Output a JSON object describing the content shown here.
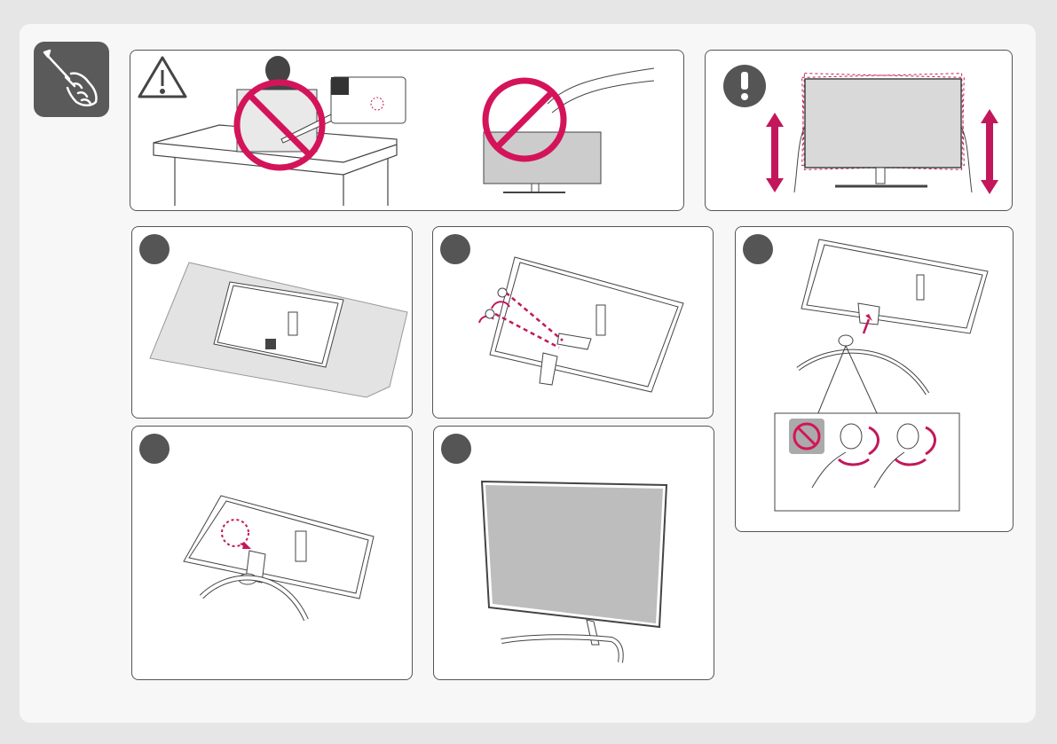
{
  "sheet": {
    "background": "#e6e6e6",
    "panel_border": "#555555",
    "warning_red": "#d4145a",
    "accent_magenta": "#c2185b"
  },
  "header_badge": {
    "icon": "screwdriver-hand-icon"
  },
  "warning_panel": {
    "icons": [
      "warning-triangle-icon",
      "prohibited-sign-icon",
      "prohibited-sign-icon"
    ]
  },
  "caution_panel": {
    "icons": [
      "exclamation-circle-icon",
      "up-down-arrow-icon"
    ]
  },
  "steps": [
    {
      "number": "",
      "content": "monitor-face-down-on-cloth"
    },
    {
      "number": "",
      "content": "attach-stand-body-to-back"
    },
    {
      "number": "",
      "content": "attach-base-to-stand-body"
    },
    {
      "number": "",
      "content": "insert-base-into-stand"
    },
    {
      "number": "",
      "content": "assembled-monitor"
    }
  ]
}
